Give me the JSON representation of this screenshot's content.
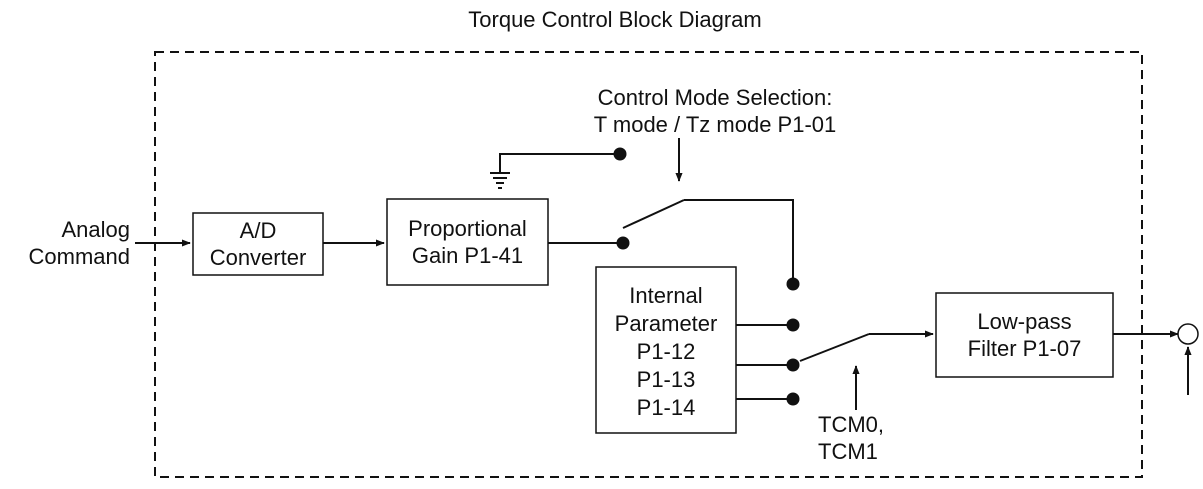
{
  "title": "Torque Control Block Diagram",
  "input": {
    "line1": "Analog",
    "line2": "Command"
  },
  "blocks": {
    "ad_converter": {
      "line1": "A/D",
      "line2": "Converter"
    },
    "proportional_gain": {
      "line1": "Proportional",
      "line2": "Gain P1-41"
    },
    "internal_parameter": {
      "line1": "Internal",
      "line2": "Parameter",
      "line3": "P1-12",
      "line4": "P1-13",
      "line5": "P1-14"
    },
    "low_pass_filter": {
      "line1": "Low-pass",
      "line2": "Filter P1-07"
    }
  },
  "mode_selection": {
    "line1": "Control Mode Selection:",
    "line2": "T mode / Tz mode P1-01"
  },
  "tcm_selection": {
    "line1": "TCM0,",
    "line2": "TCM1"
  },
  "colors": {
    "line": "#111111",
    "background": "#ffffff"
  }
}
